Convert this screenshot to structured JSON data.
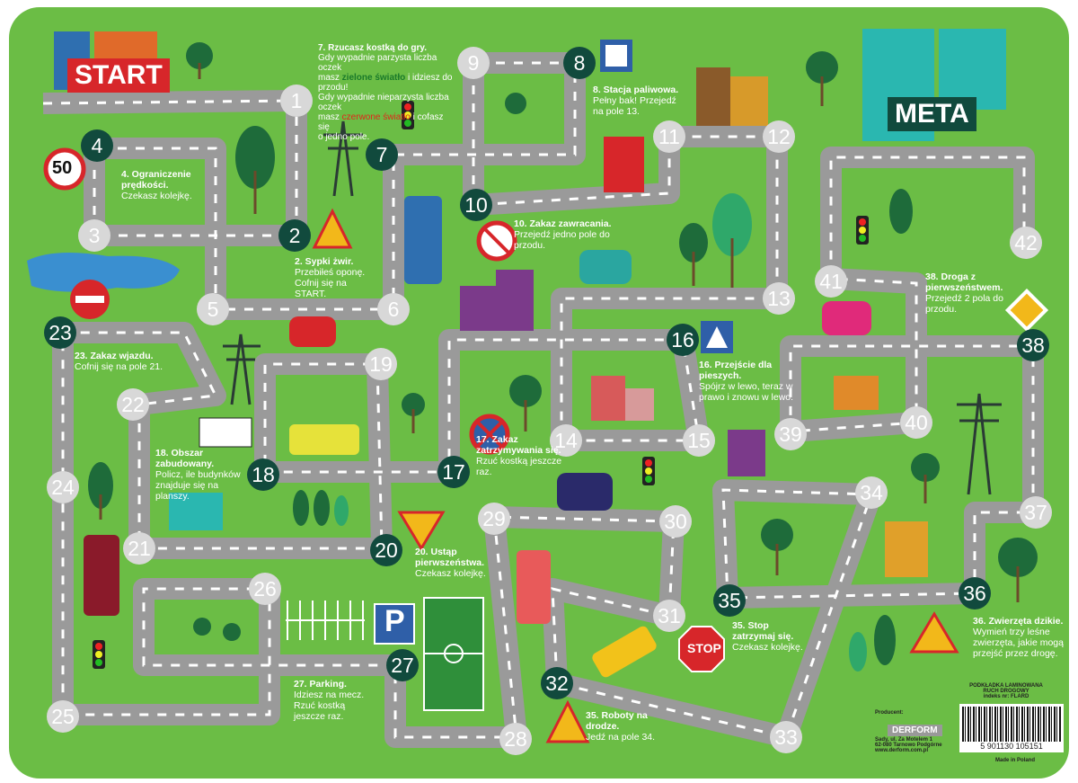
{
  "start_label": "START",
  "finish_label": "META",
  "colors": {
    "board": "#6bbd45",
    "road": "#9a9a9a",
    "field": "#d8d8d8",
    "special_field": "#114a3d",
    "start": "#d7262a",
    "finish": "#114a3d"
  },
  "fields": [
    {
      "n": "1",
      "special": false
    },
    {
      "n": "2",
      "special": true
    },
    {
      "n": "3",
      "special": false
    },
    {
      "n": "4",
      "special": true
    },
    {
      "n": "5",
      "special": false
    },
    {
      "n": "6",
      "special": false
    },
    {
      "n": "7",
      "special": true
    },
    {
      "n": "8",
      "special": true
    },
    {
      "n": "9",
      "special": false
    },
    {
      "n": "10",
      "special": true
    },
    {
      "n": "11",
      "special": false
    },
    {
      "n": "12",
      "special": false
    },
    {
      "n": "13",
      "special": false
    },
    {
      "n": "14",
      "special": false
    },
    {
      "n": "15",
      "special": false
    },
    {
      "n": "16",
      "special": true
    },
    {
      "n": "17",
      "special": true
    },
    {
      "n": "18",
      "special": true
    },
    {
      "n": "19",
      "special": false
    },
    {
      "n": "20",
      "special": true
    },
    {
      "n": "21",
      "special": false
    },
    {
      "n": "22",
      "special": false
    },
    {
      "n": "23",
      "special": true
    },
    {
      "n": "24",
      "special": false
    },
    {
      "n": "25",
      "special": false
    },
    {
      "n": "26",
      "special": false
    },
    {
      "n": "27",
      "special": true
    },
    {
      "n": "28",
      "special": false
    },
    {
      "n": "29",
      "special": false
    },
    {
      "n": "30",
      "special": false
    },
    {
      "n": "31",
      "special": false
    },
    {
      "n": "32",
      "special": true
    },
    {
      "n": "33",
      "special": false
    },
    {
      "n": "34",
      "special": false
    },
    {
      "n": "35",
      "special": true
    },
    {
      "n": "36",
      "special": true
    },
    {
      "n": "37",
      "special": false
    },
    {
      "n": "38",
      "special": true
    },
    {
      "n": "39",
      "special": false
    },
    {
      "n": "40",
      "special": false
    },
    {
      "n": "41",
      "special": false
    },
    {
      "n": "42",
      "special": false
    }
  ],
  "rules": {
    "r7": {
      "title": "7. Rzucasz kostką do gry.",
      "line1": "Gdy wypadnie parzysta liczba oczek",
      "line2a": "masz ",
      "green": "zielone światło",
      "line2b": " i idziesz do przodu!",
      "line3": "Gdy wypadnie nieparzysta liczba oczek",
      "line4a": "masz ",
      "red": "czerwone światło",
      "line4b": " i cofasz się",
      "line5": "o jedno pole."
    },
    "r8": {
      "title": "8. Stacja paliwowa.",
      "text": "Pełny bak! Przejedź na pole 13."
    },
    "r4": {
      "title": "4. Ograniczenie prędkości.",
      "text": "Czekasz kolejkę."
    },
    "r2": {
      "title": "2. Sypki żwir.",
      "text": "Przebiłeś oponę. Cofnij się na START."
    },
    "r10": {
      "title": "10. Zakaz zawracania.",
      "text": "Przejedź jedno pole do przodu."
    },
    "r38": {
      "title": "38. Droga z pierwszeństwem.",
      "text": "Przejedź 2 pola do przodu."
    },
    "r23": {
      "title": "23. Zakaz wjazdu.",
      "text": "Cofnij się na pole 21."
    },
    "r16": {
      "title": "16. Przejście dla pieszych.",
      "text": "Spójrz w lewo, teraz w prawo i znowu w lewo."
    },
    "r18": {
      "title": "18. Obszar zabudowany.",
      "text": "Policz, ile budynków znajduje się na planszy."
    },
    "r17": {
      "title": "17. Zakaz zatrzymywania się.",
      "text": "Rzuć kostką jeszcze raz."
    },
    "r20": {
      "title": "20. Ustąp pierwszeństwa.",
      "text": "Czekasz kolejkę."
    },
    "r36": {
      "title": "36. Zwierzęta dzikie.",
      "text": "Wymień trzy leśne zwierzęta, jakie mogą przejść przez drogę."
    },
    "r35": {
      "title": "35. Stop zatrzymaj się.",
      "text": "Czekasz kolejkę."
    },
    "r27": {
      "title": "27. Parking.",
      "text": "Idziesz na mecz. Rzuć kostką jeszcze raz."
    },
    "r32": {
      "title": "35. Roboty na drodze.",
      "text": "Jedź na pole 34."
    }
  },
  "signs": {
    "speed": "50",
    "stop": "STOP",
    "parking": "P"
  },
  "footer": {
    "product": "PODKŁADKA LAMINOWANA",
    "subtitle": "RUCH DROGOWY",
    "index": "indeks nr: FLARD",
    "producer_label": "Producent:",
    "brand": "DERFORM",
    "address1": "Sady, ul. Za Motelem 1",
    "address2": "62-080 Tarnowo Podgórne",
    "web": "www.derform.com.pl",
    "barcode": "5 901130 105151",
    "made_in": "Made in Poland"
  }
}
